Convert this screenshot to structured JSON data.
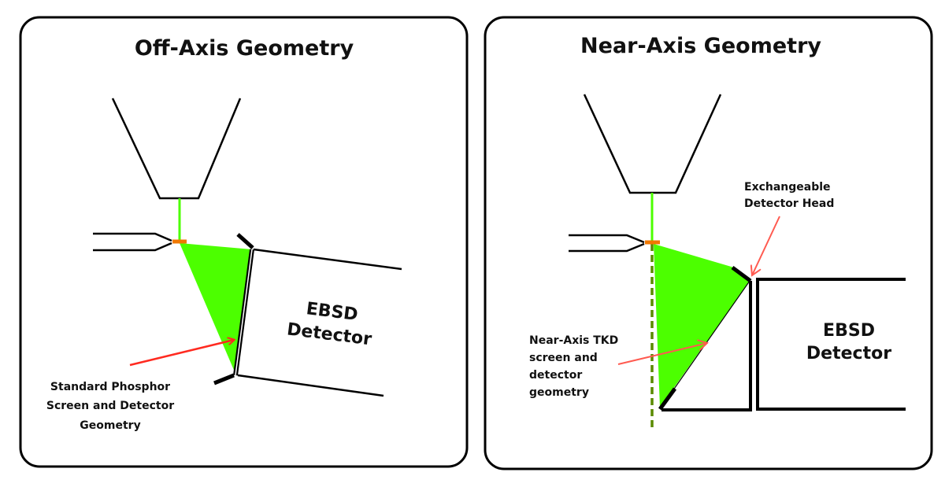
{
  "left_panel": {
    "title": "Off-Axis Geometry",
    "detector_label": [
      "EBSD",
      "Detector"
    ],
    "callout": [
      "Standard Phosphor",
      "Screen and Detector",
      "Geometry"
    ]
  },
  "right_panel": {
    "title": "Near-Axis Geometry",
    "detector_label": [
      "EBSD",
      "Detector"
    ],
    "head_callout": [
      "Exchangeable",
      "Detector Head"
    ],
    "screen_callout": [
      "Near-Axis TKD",
      "screen and",
      "detector",
      "geometry"
    ]
  },
  "colors": {
    "beam": "#4cff00",
    "sample": "#f07800",
    "arrow": "#ff3b30",
    "axis": "#5a8a00",
    "arrow_right": "#ff5a50"
  }
}
